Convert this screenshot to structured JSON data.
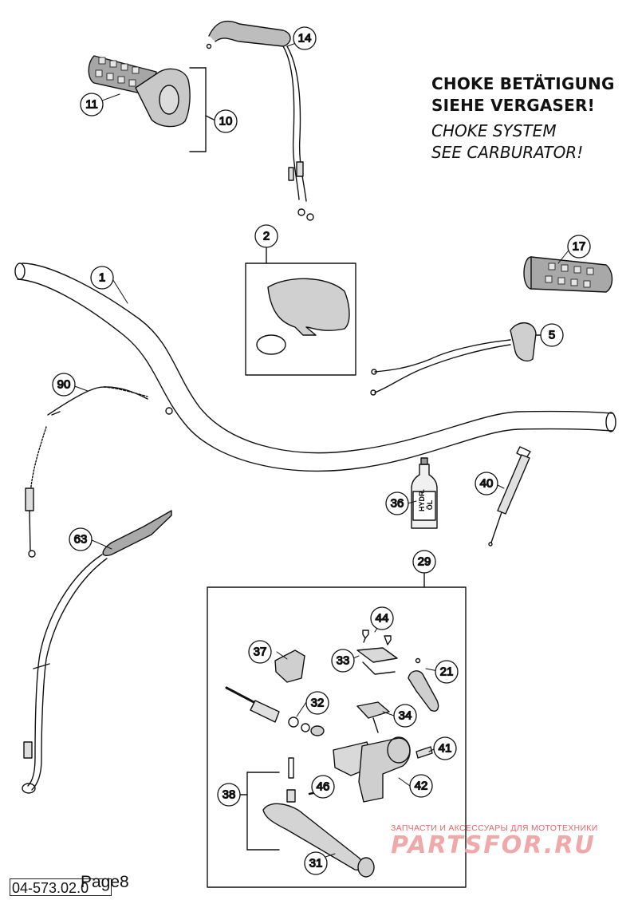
{
  "notes": {
    "german_line1": "CHOKE BETÄTIGUNG",
    "german_line2": "SIEHE VERGASER!",
    "english_line1": "CHOKE SYSTEM",
    "english_line2": "SEE CARBURATOR!"
  },
  "bottle_label": {
    "line1": "HYDR.",
    "line2": "ÖL"
  },
  "part_numbers": [
    "1",
    "2",
    "5",
    "10",
    "11",
    "14",
    "17",
    "21",
    "29",
    "31",
    "32",
    "33",
    "34",
    "36",
    "37",
    "38",
    "40",
    "41",
    "42",
    "44",
    "46",
    "63",
    "90"
  ],
  "callouts": {
    "c1": "1",
    "c2": "2",
    "c5": "5",
    "c10": "10",
    "c11": "11",
    "c14": "14",
    "c17": "17",
    "c21": "21",
    "c29": "29",
    "c31": "31",
    "c32": "32",
    "c33": "33",
    "c34": "34",
    "c36": "36",
    "c37": "37",
    "c38": "38",
    "c40": "40",
    "c41": "41",
    "c42": "42",
    "c44": "44",
    "c46": "46",
    "c63": "63",
    "c90": "90"
  },
  "footer": {
    "page_label": "Page8",
    "drawing_number": "04-573.02.0"
  },
  "watermark": {
    "top_text": "ЗАПЧАСТИ И АКСЕССУАРЫ ДЛЯ МОТОТЕХНИКИ",
    "logo_text": "PARTSFOR.RU"
  },
  "colors": {
    "line": "#111111",
    "grip": "#9a9a9a",
    "watermark": "#e06a6a"
  }
}
